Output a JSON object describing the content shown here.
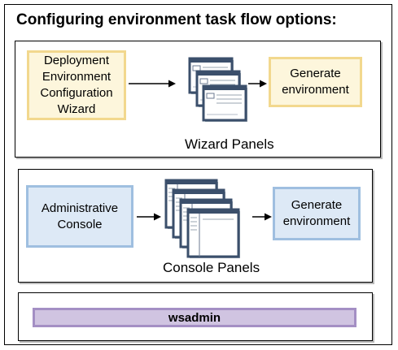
{
  "title": "Configuring environment task flow options:",
  "wizard_flow": {
    "source_lines": [
      "Deployment",
      "Environment",
      "Configuration",
      "Wizard"
    ],
    "target_lines": [
      "Generate",
      "environment"
    ],
    "panels_caption": "Wizard Panels",
    "panel_icon": "wizard-window-icon"
  },
  "console_flow": {
    "source_lines": [
      "Administrative",
      "Console"
    ],
    "target_lines": [
      "Generate",
      "environment"
    ],
    "panels_caption": "Console Panels",
    "panel_icon": "console-window-icon"
  },
  "wsadmin": {
    "label": "wsadmin"
  },
  "colors": {
    "wizard_fill": "#fdf6dc",
    "wizard_border": "#f2d88e",
    "console_fill": "#dde9f6",
    "console_border": "#9fbfe0",
    "wsadmin_fill": "#d0c4e1",
    "wsadmin_border": "#a48fc4",
    "window_frame": "#3b4f6b"
  }
}
